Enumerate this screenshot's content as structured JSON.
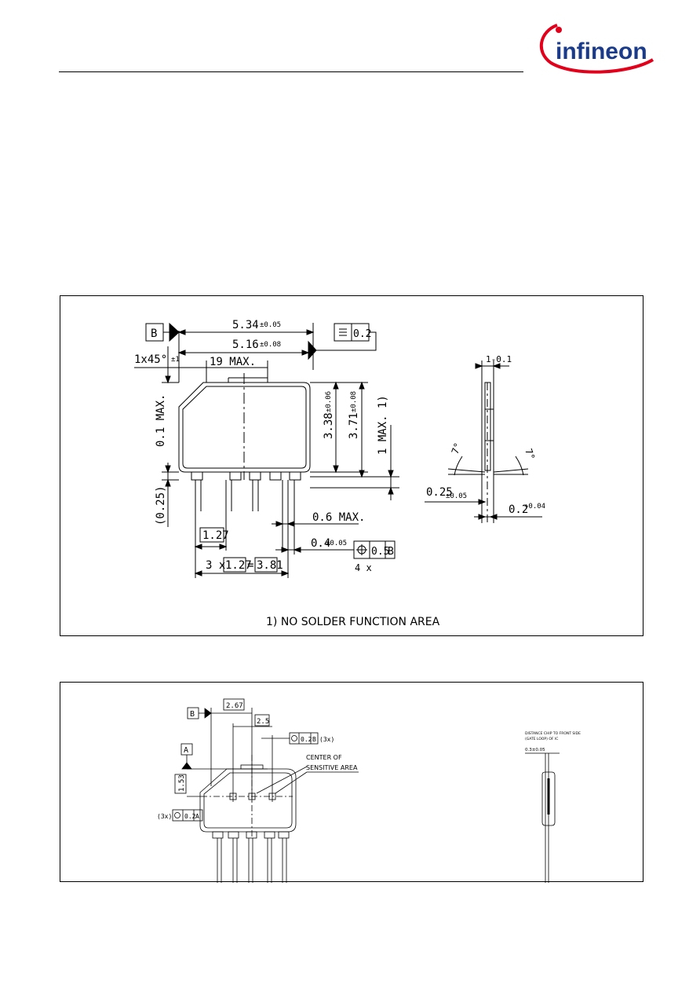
{
  "header": {
    "logo_text": "infineon",
    "brand_color": "#e2001a"
  },
  "drawing1": {
    "datum_b": "B",
    "dim_total_length": "5.34",
    "tol_total_length": "±0.05",
    "flatness_value": "0.2",
    "dim_body_length": "5.16",
    "tol_body_length": "±0.08",
    "chamfer": "1x45°",
    "chamfer_tol": "±1",
    "dim_max_19": "19 MAX.",
    "dim_max_01": "0.1 MAX.",
    "dim_height_338": "3.38",
    "tol_height_338": "±0.06",
    "dim_height_371": "3.71",
    "tol_height_371": "±0.08",
    "dim_max_1": "1 MAX. 1)",
    "dim_025_paren": "(0.25)",
    "pitch_127": "1.27",
    "dim_max_06": "0.6 MAX.",
    "lead_width": "0.4",
    "lead_width_tol": "±0.05",
    "position_value": "0.5",
    "count_4x": "4 x",
    "pitch_prefix": "3 x",
    "pitch_equals": "=",
    "pitch_total": "3.81",
    "side_thickness": "1-0.1",
    "angle_left": "7°",
    "angle_right": "7°",
    "dim_025": "0.25",
    "dim_025_tol": "±0.05",
    "dim_02": "0.2",
    "dim_02_tol": "+0.04",
    "footnote": "1) NO SOLDER FUNCTION AREA"
  },
  "drawing2": {
    "datum_b": "B",
    "dim_267": "2.67",
    "dim_25": "2.5",
    "position_value": "0.2",
    "position_ref": "B",
    "count_3x": "(3x)",
    "datum_a": "A",
    "dim_153": "1.53",
    "center_label_1": "CENTER OF",
    "center_label_2": "SENSITIVE AREA",
    "left_count_3x": "(3x)",
    "left_position_value": "0.2",
    "left_position_ref": "A",
    "side_note_1": "DISTANCE CHIP TO FRONT SIDE",
    "side_note_2": "(GATE LOOP) OF IC",
    "side_dim": "0.3±0.05"
  }
}
